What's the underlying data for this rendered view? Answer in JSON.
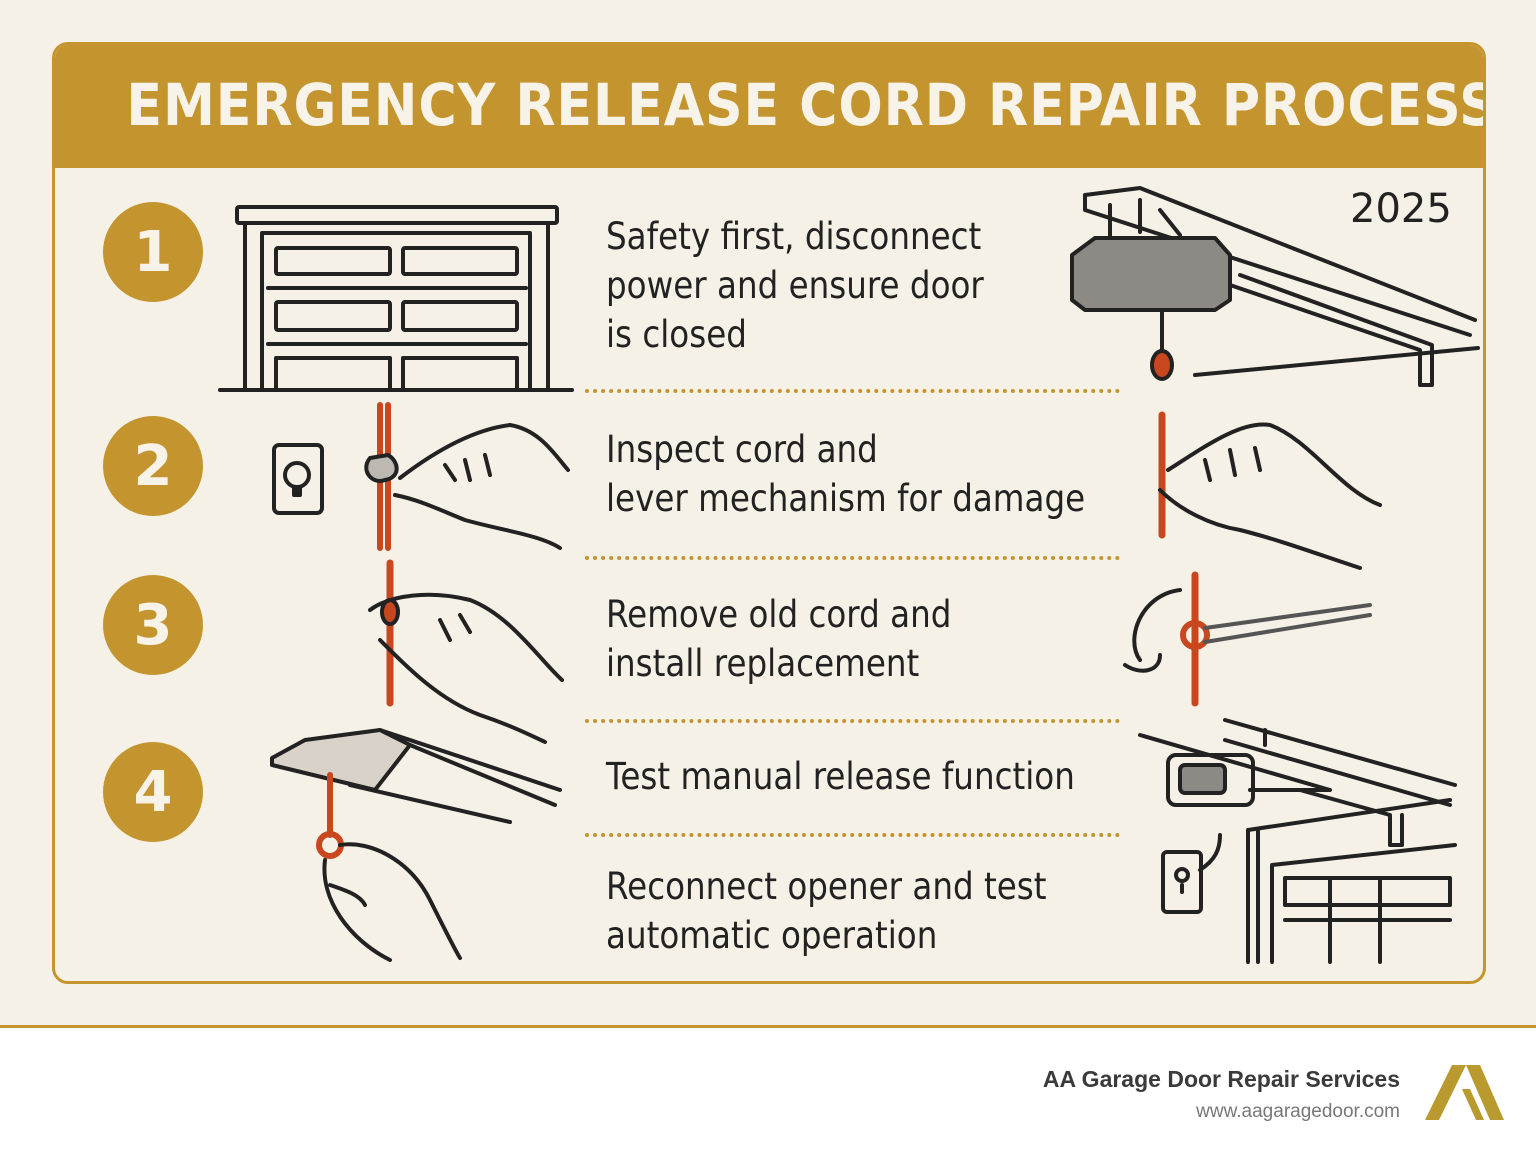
{
  "title": "EMERGENCY RELEASE CORD REPAIR PROCESS",
  "year": "2025",
  "steps": [
    {
      "number": "1",
      "lines": [
        "Safety first, disconnect",
        "power and ensure door",
        "is closed"
      ]
    },
    {
      "number": "2",
      "lines": [
        "Inspect cord and",
        "lever mechanism for damage"
      ]
    },
    {
      "number": "3",
      "lines": [
        "Remove old cord and",
        "install replacement"
      ]
    },
    {
      "number": "4",
      "lines": [
        "Test manual release function"
      ]
    },
    {
      "number": "",
      "lines": [
        "Reconnect opener and test",
        "automatic operation"
      ]
    }
  ],
  "footer": {
    "company": "AA Garage Door Repair Services",
    "url": "www.aagaragedoor.com"
  },
  "colors": {
    "gold": "#c4952f",
    "background": "#f6f1e6",
    "cord": "#c9471f",
    "ink": "#222222"
  }
}
